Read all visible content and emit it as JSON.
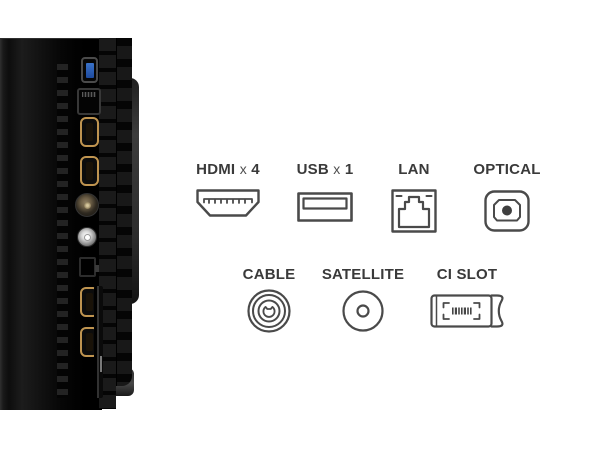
{
  "background": "#ffffff",
  "colors": {
    "label_text": "#3a3a3a",
    "icon_stroke": "#4a4a4a",
    "usb_blue": "#2a5cb8",
    "hdmi_gold": "#bf9450",
    "tv_black": "#0a0a0a"
  },
  "photo": {
    "description_icons": [
      "usb-port-icon",
      "lan-port-icon",
      "hdmi-port-icon",
      "coax-port-icon",
      "satellite-port-icon",
      "optical-port-icon",
      "ci-slot-icon"
    ]
  },
  "port_groups": {
    "row1": [
      {
        "label": "HDMI",
        "times": "x",
        "qty": "4",
        "icon": "hdmi-connector-icon"
      },
      {
        "label": "USB",
        "times": "x",
        "qty": "1",
        "icon": "usb-connector-icon"
      },
      {
        "label": "LAN",
        "icon": "lan-port-icon"
      },
      {
        "label": "OPTICAL",
        "icon": "optical-toslink-icon"
      }
    ],
    "row2": [
      {
        "label": "CABLE",
        "icon": "cable-coax-icon"
      },
      {
        "label": "SATELLITE",
        "icon": "satellite-fconnector-icon"
      },
      {
        "label": "CI SLOT",
        "icon": "ci-module-icon"
      }
    ]
  }
}
